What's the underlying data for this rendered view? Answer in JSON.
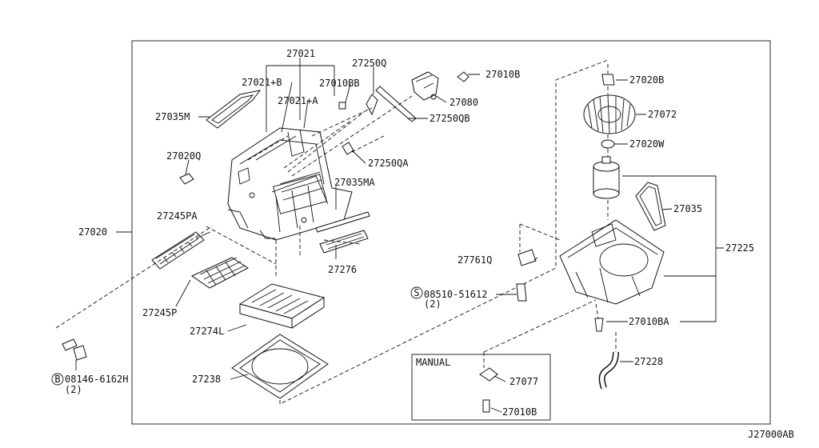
{
  "diagram_code": "J27000AB",
  "manual_box": {
    "title": "MANUAL"
  },
  "labels": {
    "l27021": "27021",
    "l27021B": "27021+B",
    "l27021A": "27021+A",
    "l27010BB": "27010BB",
    "l27250Q": "27250Q",
    "l27010B_top": "27010B",
    "l27080": "27080",
    "l27250QB": "27250QB",
    "l27035M": "27035M",
    "l27020Q": "27020Q",
    "l27250QA": "27250QA",
    "l27035MA": "27035MA",
    "l27020": "27020",
    "l27245PA": "27245PA",
    "l27276": "27276",
    "l27245P": "27245P",
    "l27274L": "27274L",
    "l27238": "27238",
    "l08146": "08146-6162H",
    "l08146q": "(2)",
    "l27020B": "27020B",
    "l27072": "27072",
    "l27020W": "27020W",
    "l27035": "27035",
    "l27225": "27225",
    "l27761Q": "27761Q",
    "l08510": "08510-51612",
    "l08510q": "(2)",
    "l27010BA": "27010BA",
    "l27228": "27228",
    "l27077": "27077",
    "l27010B_manual": "27010B"
  },
  "markers": {
    "bolt_b": "B",
    "screw_s": "S"
  }
}
